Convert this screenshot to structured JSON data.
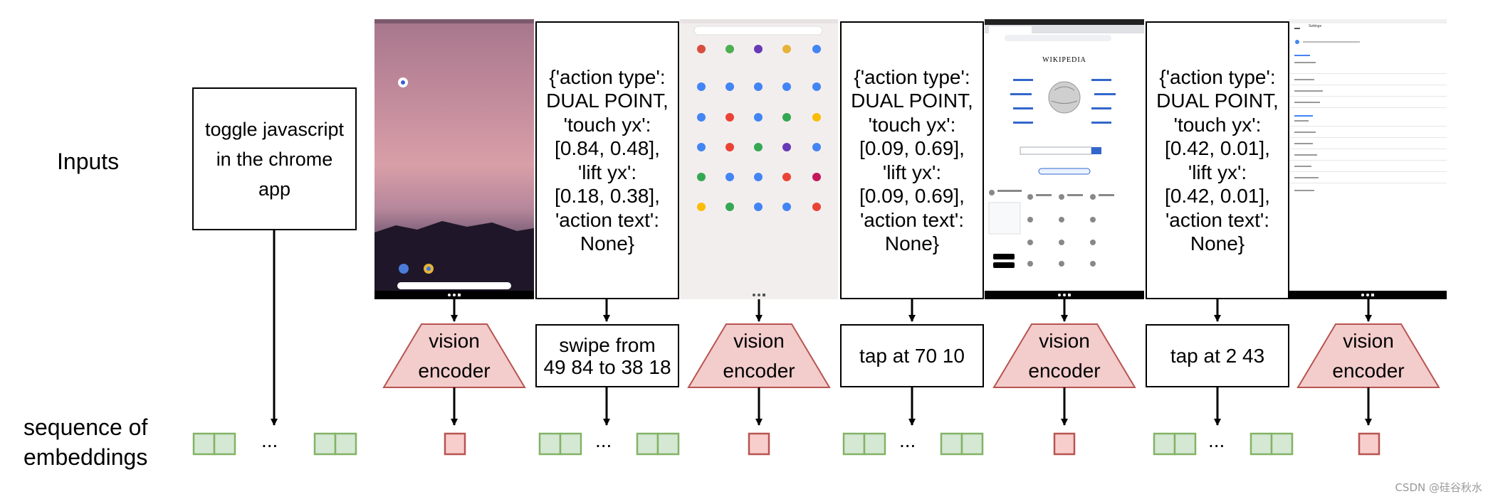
{
  "labels": {
    "inputs": "Inputs",
    "sequence_line1": "sequence of",
    "sequence_line2": "embeddings"
  },
  "instruction": {
    "line1": "toggle javascript",
    "line2": "in the chrome",
    "line3": "app"
  },
  "actions": [
    {
      "lines": [
        "{'action type':",
        "DUAL POINT,",
        "'touch yx':",
        "[0.84, 0.48],",
        "'lift yx':",
        "[0.18, 0.38],",
        "'action text':",
        "None}"
      ]
    },
    {
      "lines": [
        "{'action type':",
        "DUAL POINT,",
        "'touch yx':",
        "[0.09, 0.69],",
        "'lift yx':",
        "[0.09, 0.69],",
        "'action text':",
        "None}"
      ]
    },
    {
      "lines": [
        "{'action type':",
        "DUAL POINT,",
        "'touch yx':",
        "[0.42, 0.01],",
        "'lift yx':",
        "[0.42, 0.01],",
        "'action text':",
        "None}"
      ]
    }
  ],
  "descriptions": [
    {
      "line1": "swipe from",
      "line2": "49 84 to 38 18"
    },
    {
      "line1": "tap at 70 10",
      "line2": ""
    },
    {
      "line1": "tap at 2 43",
      "line2": ""
    }
  ],
  "encoder": {
    "line1": "vision",
    "line2": "encoder"
  },
  "ellipsis": "...",
  "screens": {
    "wikipedia_title": "WIKIPEDIA",
    "settings_title": "Settings"
  },
  "colors": {
    "encoder_fill": "#f3cccc",
    "encoder_stroke": "#b85450",
    "text_embed_fill": "#d5e8d4",
    "text_embed_stroke": "#82b366",
    "image_embed_fill": "#f8cecc",
    "image_embed_stroke": "#b85450"
  },
  "watermark": "CSDN @硅谷秋水"
}
